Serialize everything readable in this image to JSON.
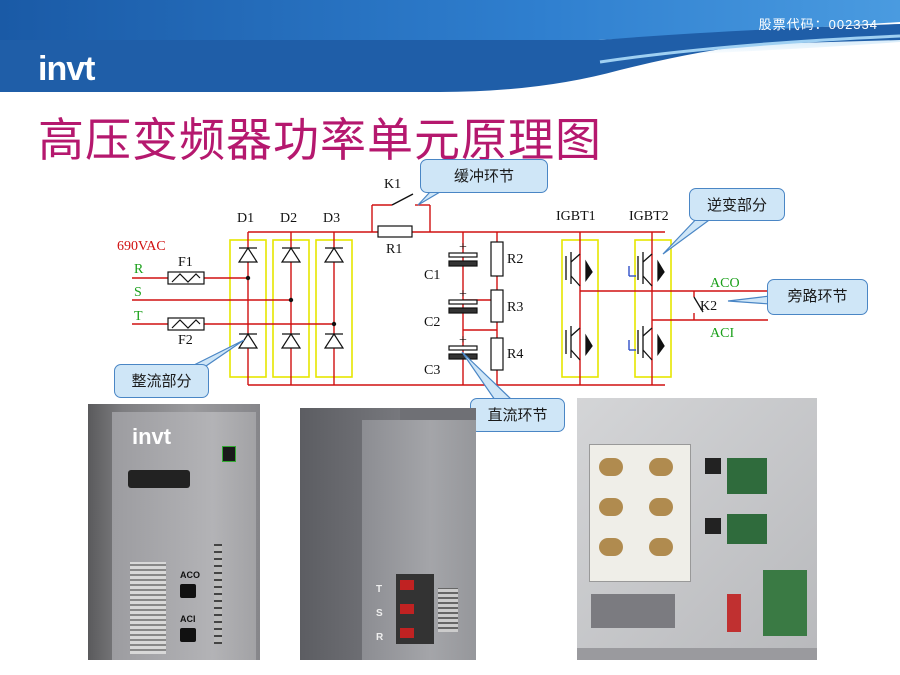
{
  "header": {
    "stock_code": "股票代码：002334",
    "logo": "invt"
  },
  "title": "高压变频器功率单元原理图",
  "circuit": {
    "input_voltage": "690VAC",
    "phases": [
      "R",
      "S",
      "T"
    ],
    "fuses": [
      "F1",
      "F2"
    ],
    "diodes": [
      "D1",
      "D2",
      "D3"
    ],
    "contactor_k1": "K1",
    "resistor_r1": "R1",
    "capacitors": [
      "C1",
      "C2",
      "C3"
    ],
    "resistors": [
      "R2",
      "R3",
      "R4"
    ],
    "igbts": [
      "IGBT1",
      "IGBT2"
    ],
    "outputs": {
      "aco": "ACO",
      "aci": "ACI"
    },
    "bypass": "K2"
  },
  "callouts": {
    "buffer": "缓冲环节",
    "inverter": "逆变部分",
    "bypass": "旁路环节",
    "rectifier": "整流部分",
    "dc": "直流环节"
  },
  "photos": {
    "front": {
      "logo": "invt",
      "aco": "ACO",
      "aci": "ACI"
    },
    "back": {
      "t": "T",
      "s": "S",
      "r": "R"
    }
  },
  "colors": {
    "title": "#b5186e",
    "header_blue": "#1f5ea8",
    "wire_red": "#d01010",
    "green_label": "#1aa01a",
    "highlight_box": "#e8e800"
  }
}
